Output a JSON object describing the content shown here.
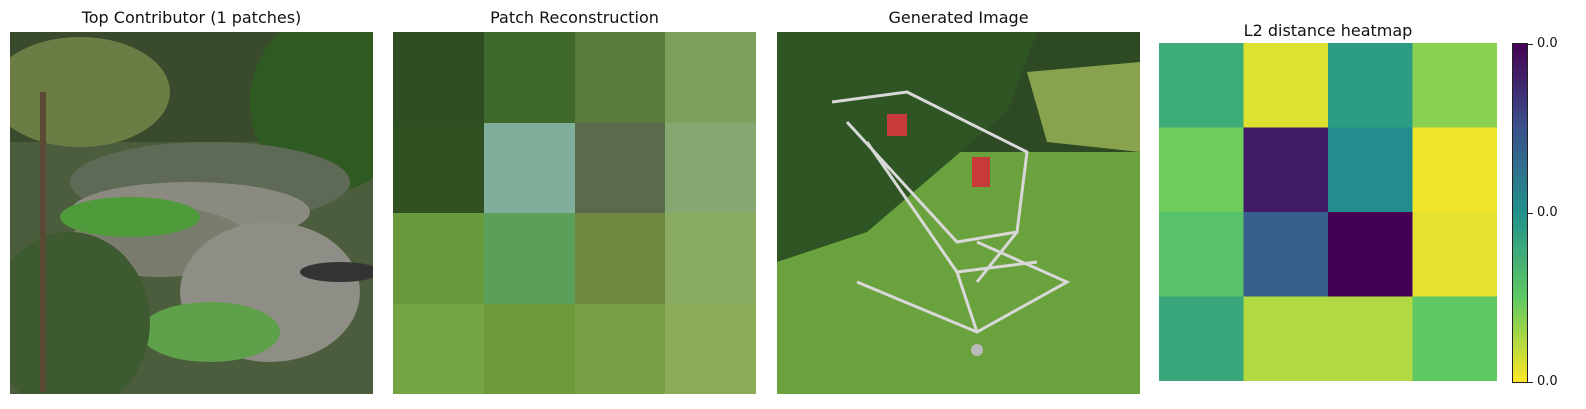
{
  "panels": {
    "top_contributor": {
      "title": "Top Contributor (1 patches)"
    },
    "patch_reconstruction": {
      "title": "Patch Reconstruction"
    },
    "generated_image": {
      "title": "Generated Image"
    },
    "heatmap": {
      "title": "L2 distance heatmap",
      "colorbar_ticks": [
        "0.0",
        "0.0",
        "0.0"
      ]
    }
  },
  "chart_data": {
    "type": "heatmap",
    "title": "L2 distance heatmap",
    "rows": 4,
    "cols": 4,
    "values": [
      [
        0.38,
        0.05,
        0.45,
        0.18
      ],
      [
        0.22,
        0.92,
        0.52,
        0.02
      ],
      [
        0.28,
        0.7,
        1.0,
        0.04
      ],
      [
        0.4,
        0.12,
        0.12,
        0.25
      ]
    ],
    "colormap": "viridis_r",
    "colorbar_ticks": [
      "0.0",
      "0.0",
      "0.0"
    ]
  }
}
